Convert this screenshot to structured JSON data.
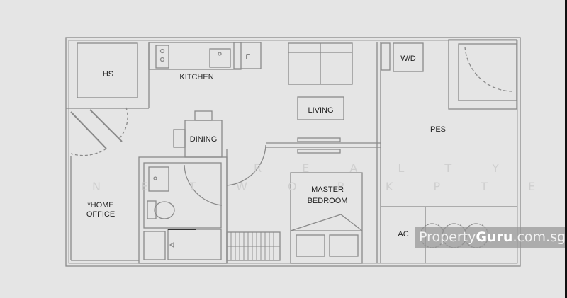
{
  "floorplan": {
    "rooms": [
      {
        "id": "hs",
        "label": "HS"
      },
      {
        "id": "kitchen",
        "label": "KITCHEN"
      },
      {
        "id": "fridge",
        "label": "F"
      },
      {
        "id": "living",
        "label": "LIVING"
      },
      {
        "id": "dining",
        "label": "DINING"
      },
      {
        "id": "wd",
        "label": "W/D"
      },
      {
        "id": "pes",
        "label": "PES"
      },
      {
        "id": "home_office_1",
        "label": "*HOME"
      },
      {
        "id": "home_office_2",
        "label": "OFFICE"
      },
      {
        "id": "master_bedroom_1",
        "label": "MASTER"
      },
      {
        "id": "master_bedroom_2",
        "label": "BEDROOM"
      },
      {
        "id": "ac",
        "label": "AC"
      }
    ],
    "colors": {
      "background": "#e5e5e5",
      "wall_line": "#8a8a8a",
      "text": "#222222"
    }
  },
  "watermarks": {
    "agency_line1": "R E A L T Y",
    "agency_line2": "N E T W O R K   P T E   L T D",
    "site_prefix": "Property",
    "site_brand": "Guru",
    "site_suffix": ".com.sg"
  }
}
